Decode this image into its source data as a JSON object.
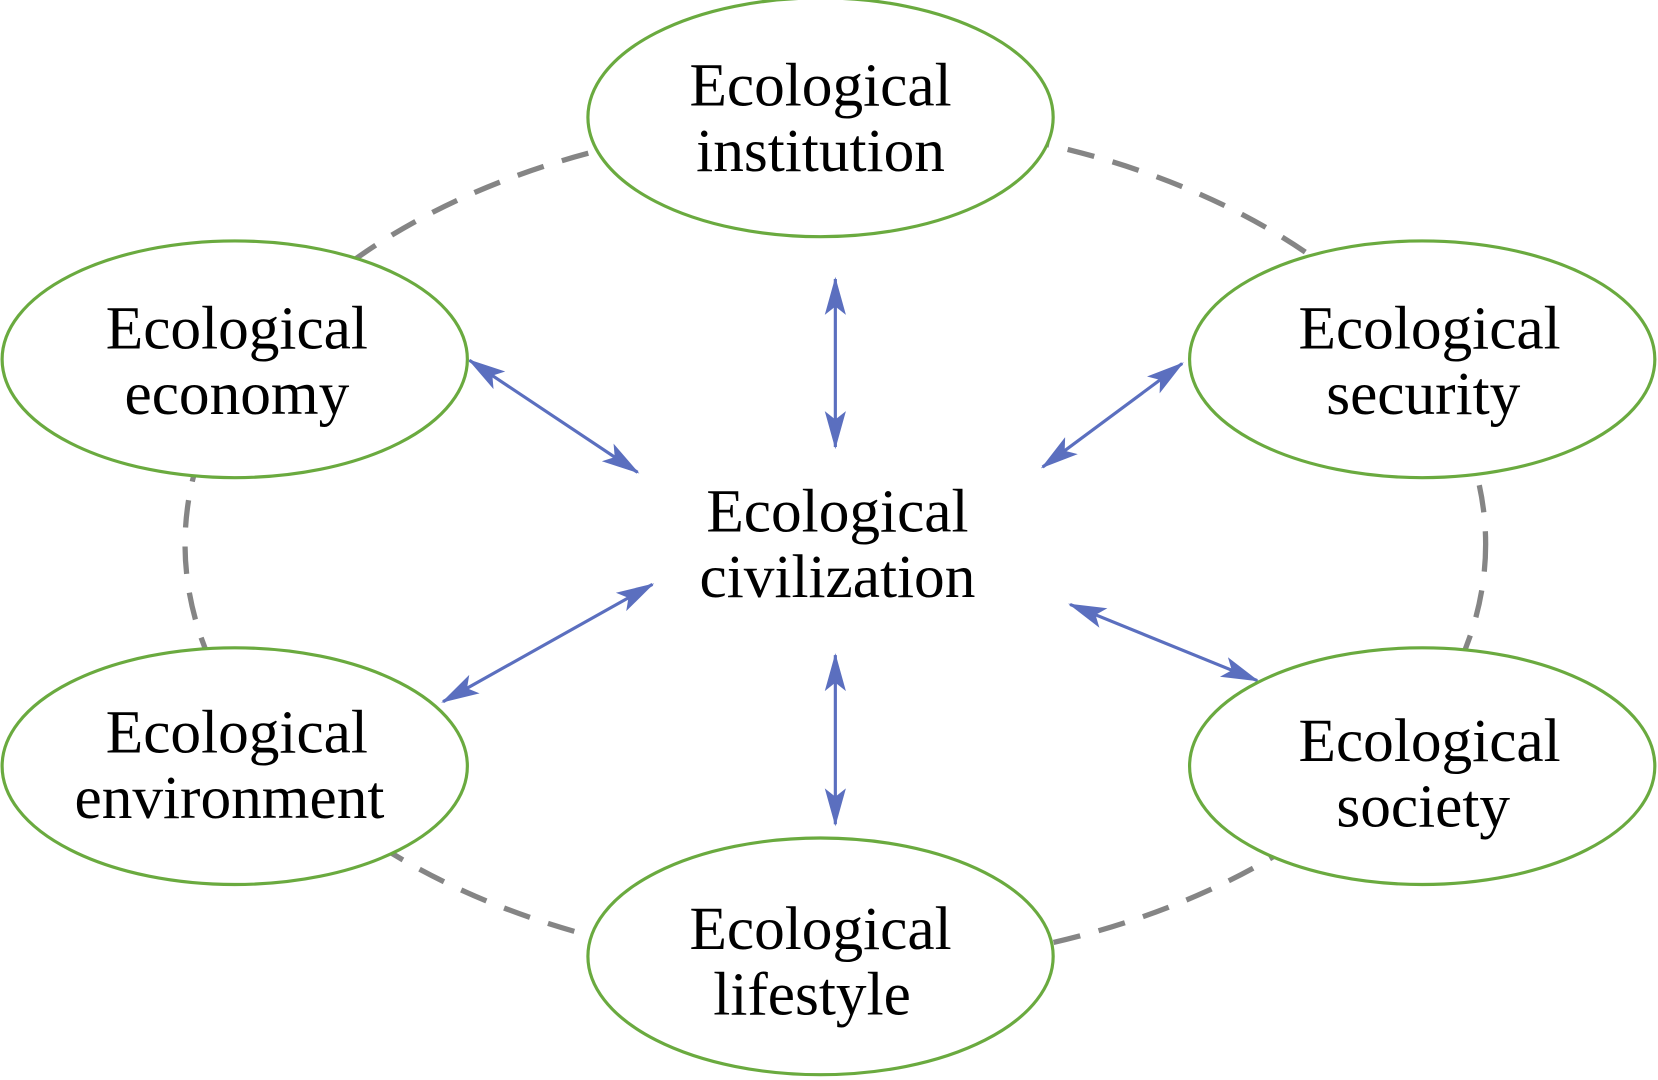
{
  "colors": {
    "node_border": "#6aaa3f",
    "arrow": "#5b6fbf",
    "ring": "#858585"
  },
  "center": {
    "line1": "Ecological",
    "line2": "civilization"
  },
  "nodes": [
    {
      "id": "institution",
      "line1": "Ecological",
      "line2": "institution"
    },
    {
      "id": "economy",
      "line1": "Ecological",
      "line2": "economy"
    },
    {
      "id": "security",
      "line1": "Ecological",
      "line2": "security"
    },
    {
      "id": "environment",
      "line1": "Ecological",
      "line2": "environment"
    },
    {
      "id": "society",
      "line1": "Ecological",
      "line2": "society"
    },
    {
      "id": "lifestyle",
      "line1": "Ecological",
      "line2": "lifestyle"
    }
  ]
}
